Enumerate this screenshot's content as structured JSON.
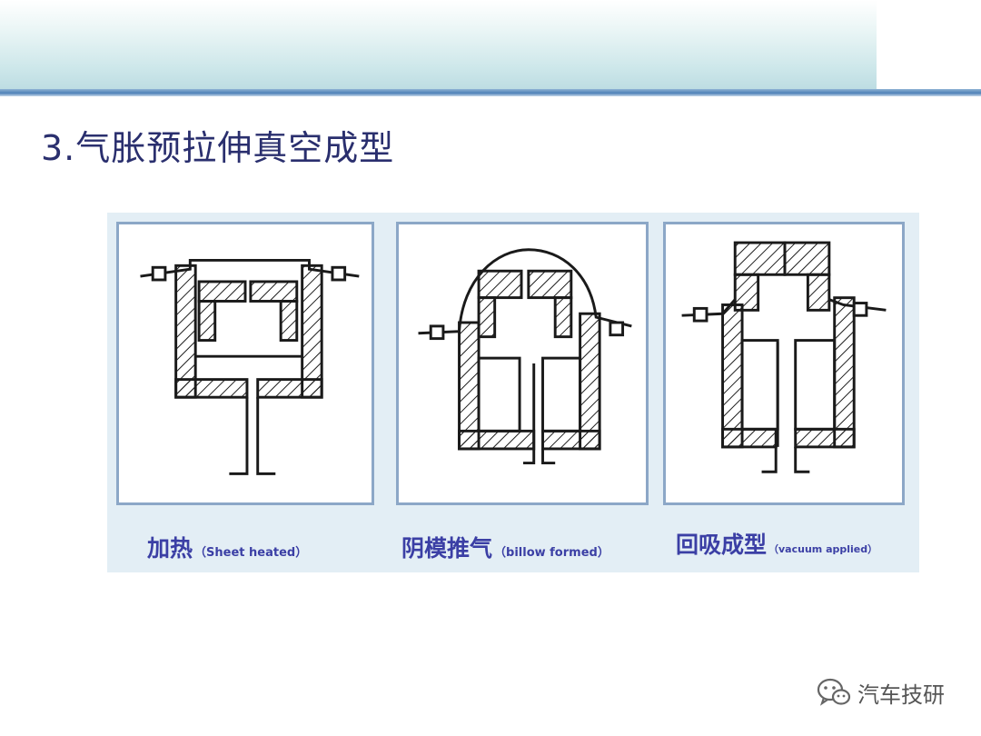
{
  "slide": {
    "title": "3.气胀预拉伸真空成型"
  },
  "figure": {
    "panels": [
      {
        "caption_cn": "加热",
        "caption_en": "（Sheet heated）"
      },
      {
        "caption_cn": "阴模推气",
        "caption_en": "（billow formed）"
      },
      {
        "caption_cn": "回吸成型",
        "caption_en": "（vacuum applied）"
      }
    ]
  },
  "watermark": {
    "text": "汽车技研",
    "icon": "wechat-icon"
  },
  "colors": {
    "title": "#2a2f6e",
    "caption": "#3b3fa5",
    "panel_border": "#8ca7c7",
    "figure_bg": "#e3eef5",
    "rule": "#4f82b8"
  }
}
